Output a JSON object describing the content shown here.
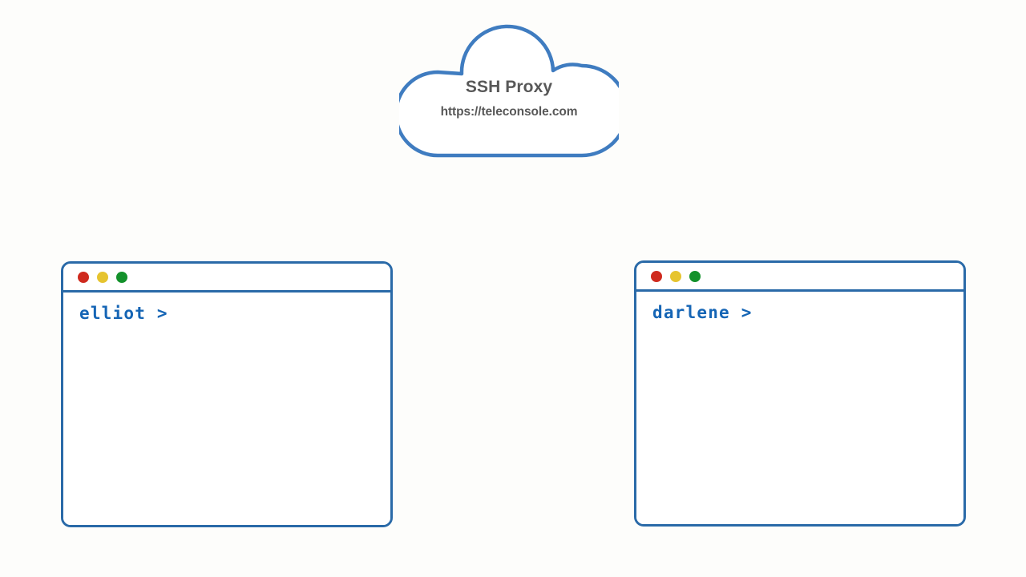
{
  "diagram": {
    "background_color": "#fdfdfb",
    "accent_color": "#2a6aa8",
    "prompt_color": "#1565b5",
    "label_color": "#585858"
  },
  "cloud": {
    "icon": "cloud-shape",
    "title": "SSH Proxy",
    "url": "https://teleconsole.com"
  },
  "terminals": [
    {
      "id": "left",
      "user": "elliot",
      "prompt": "elliot >",
      "controls": [
        {
          "name": "close",
          "color": "#cf2a1e"
        },
        {
          "name": "minimize",
          "color": "#e6c42f"
        },
        {
          "name": "maximize",
          "color": "#13912b"
        }
      ]
    },
    {
      "id": "right",
      "user": "darlene",
      "prompt": "darlene >",
      "controls": [
        {
          "name": "close",
          "color": "#cf2a1e"
        },
        {
          "name": "minimize",
          "color": "#e6c42f"
        },
        {
          "name": "maximize",
          "color": "#13912b"
        }
      ]
    }
  ]
}
